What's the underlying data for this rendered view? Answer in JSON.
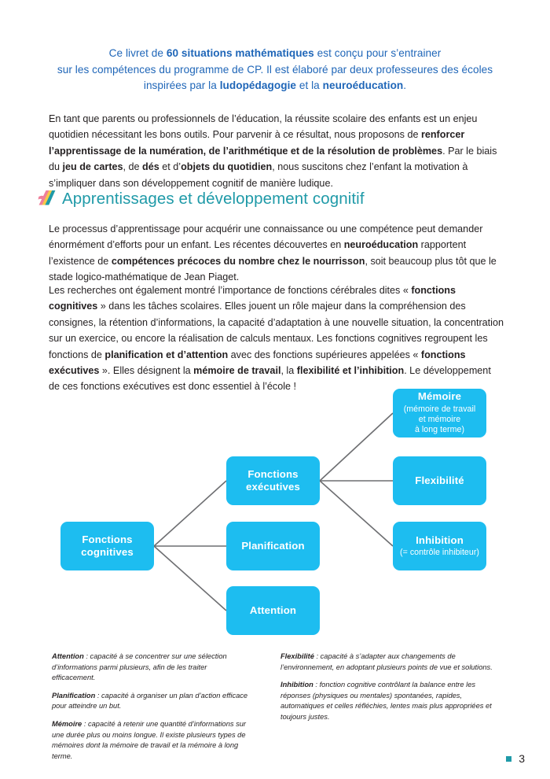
{
  "intro": {
    "line1_a": "Ce livret de ",
    "line1_b": "60 situations mathématiques",
    "line1_c": " est conçu pour s’entrainer",
    "line2": "sur les compétences du programme de CP. Il est élaboré par deux professeures des écoles",
    "line3_a": "inspirées par la ",
    "line3_b": "ludopédagogie",
    "line3_c": " et la ",
    "line3_d": "neuroéducation",
    "line3_e": "."
  },
  "paragraphs": {
    "intro_1": "En tant que parents ou professionnels de l’éducation, la réussite scolaire des enfants est un enjeu quotidien nécessitant les bons outils. Pour parvenir à ce résultat, nous proposons de ",
    "intro_b1": "renforcer l’apprentissage de la numération, de l’arithmétique et de la résolution de problèmes",
    "intro_2": ". Par le biais du ",
    "intro_b2": "jeu de cartes",
    "intro_3": ", de ",
    "intro_b3": "dés",
    "intro_4": " et d’",
    "intro_b4": "objets du quotidien",
    "intro_5": ", nous suscitons chez l’enfant la motivation à s’impliquer dans son développement cognitif de manière ludique.",
    "learn1_1": "Le processus d’apprentissage pour acquérir une connaissance ou une compétence peut demander énormément d’efforts pour un enfant. Les récentes découvertes en ",
    "learn1_b1": "neuroéducation",
    "learn1_2": " rapportent l’existence de ",
    "learn1_b2": "compétences précoces du nombre chez le nourrisson",
    "learn1_3": ", soit beaucoup plus tôt que le stade logico-mathématique de Jean Piaget.",
    "learn2_1": "Les recherches ont également montré l’importance de fonctions cérébrales dites « ",
    "learn2_b1": "fonctions cognitives",
    "learn2_2": " » dans les tâches scolaires. Elles jouent un rôle majeur dans la compréhension des consignes, la rétention d’informations, la capacité d’adaptation à une nouvelle situation, la concentration sur un exercice, ou encore la réalisation de calculs mentaux. Les fonctions cognitives regroupent les fonctions de ",
    "learn2_b2": "planification et d’attention",
    "learn2_3": " avec des fonctions supérieures appelées « ",
    "learn2_b3": "fonctions exécutives",
    "learn2_4": " ». Elles désignent la ",
    "learn2_b4": "mémoire de travail",
    "learn2_5": ", la ",
    "learn2_b5": "flexibilité et l’inhibition",
    "learn2_6": ". Le développement de ces fonctions exécutives est donc essentiel à l’école !"
  },
  "section": {
    "title": "Apprentissages et développement cognitif",
    "icon": "ribbon-icon",
    "icon_colors": [
      "#1f9aa8",
      "#f7c948",
      "#ef7f9a"
    ]
  },
  "diagram": {
    "type": "tree",
    "node_color": "#1dbdf0",
    "line_color": "#6d6e71",
    "nodes": [
      {
        "id": "cognitives",
        "title": "Fonctions\ncognitives",
        "title_l1": "Fonctions",
        "title_l2": "cognitives",
        "sub": ""
      },
      {
        "id": "executives",
        "title": "Fonctions exécutives",
        "title_l1": "Fonctions",
        "title_l2": "exécutives",
        "sub": ""
      },
      {
        "id": "planning",
        "title": "Planification",
        "title_l1": "Planification",
        "title_l2": "",
        "sub": ""
      },
      {
        "id": "attention",
        "title": "Attention",
        "title_l1": "Attention",
        "title_l2": "",
        "sub": ""
      },
      {
        "id": "memoire",
        "title": "Mémoire",
        "title_l1": "Mémoire",
        "title_l2": "",
        "sub": "(mémoire de travail\net mémoire\nà long terme)",
        "sub_l1": "(mémoire de travail",
        "sub_l2": "et mémoire",
        "sub_l3": "à long terme)"
      },
      {
        "id": "flexibilite",
        "title": "Flexibilité",
        "title_l1": "Flexibilité",
        "title_l2": "",
        "sub": ""
      },
      {
        "id": "inhibition",
        "title": "Inhibition",
        "title_l1": "Inhibition",
        "title_l2": "",
        "sub": "(= contrôle inhibiteur)",
        "sub_l1": "(= contrôle inhibiteur)"
      }
    ],
    "edges": [
      {
        "from": "cognitives",
        "to": "executives"
      },
      {
        "from": "cognitives",
        "to": "planning"
      },
      {
        "from": "cognitives",
        "to": "attention"
      },
      {
        "from": "executives",
        "to": "memoire"
      },
      {
        "from": "executives",
        "to": "flexibilite"
      },
      {
        "from": "executives",
        "to": "inhibition"
      }
    ]
  },
  "notes": {
    "left": [
      {
        "term": "Attention",
        "sep": " : ",
        "text": "capacité à se concentrer sur une sélection d’informations parmi plusieurs, afin de les traiter efficacement."
      },
      {
        "term": "Planification",
        "sep": " : ",
        "text": "capacité à organiser un plan d’action efficace pour atteindre un but."
      },
      {
        "term": "Mémoire",
        "sep": " : ",
        "text": "capacité à retenir une quantité d’informations sur une durée plus ou moins longue. Il existe plusieurs types de mémoires dont la mémoire de travail et la mémoire à long terme."
      }
    ],
    "right": [
      {
        "term": "Flexibilité",
        "sep": " : ",
        "text": "capacité à s’adapter aux changements de l’environnement, en adoptant plusieurs points de vue et solutions."
      },
      {
        "term": "Inhibition",
        "sep": " : ",
        "text": "fonction cognitive contrôlant la balance entre les réponses (physiques ou mentales) spontanées, rapides, automatiques et celles réfléchies, lentes mais plus appropriées et toujours justes."
      }
    ]
  },
  "footer": {
    "page_number": "3",
    "marker_color": "#1f9aa8"
  }
}
